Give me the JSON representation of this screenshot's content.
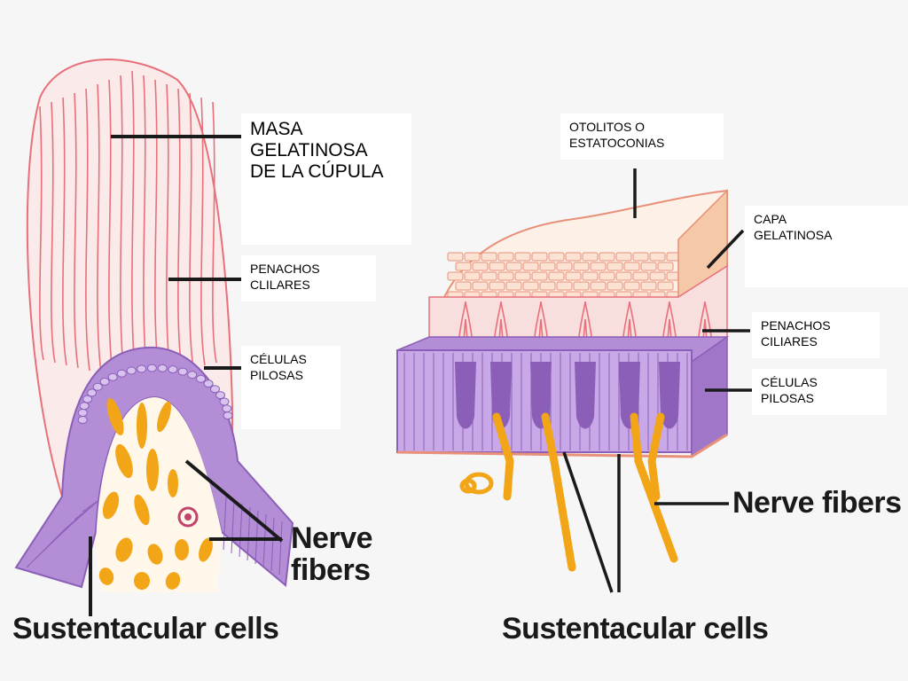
{
  "left_diagram": {
    "labels": {
      "cupula_mass": "MASA\nGELATINOSA\nDE LA  CÚPULA",
      "tufts": "PENACHOS\nCLILARES",
      "hair_cells": "CÉLULAS\nPILOSAS"
    },
    "english": {
      "nerve_fibers": "Nerve\nfibers",
      "sustentacular": "Sustentacular cells"
    }
  },
  "right_diagram": {
    "labels": {
      "otoliths": "OTOLITOS O\nESTATOCONIAS",
      "gel_layer": "CAPA\nGELATINOSA",
      "tufts": "PENACHOS\nCILIARES",
      "hair_cells": "CÉLULAS\nPILOSAS"
    },
    "english": {
      "nerve_fibers": "Nerve fibers",
      "sustentacular": "Sustentacular cells"
    }
  },
  "colors": {
    "cupula_fill": "#fbeaea",
    "cupula_stripes": "#e8707a",
    "epithelium": "#b38dd6",
    "epithelium_dark": "#8b5fb8",
    "nerve": "#f2a516",
    "otolith": "#f5c8a8",
    "leader_line": "#1a1a1a"
  }
}
